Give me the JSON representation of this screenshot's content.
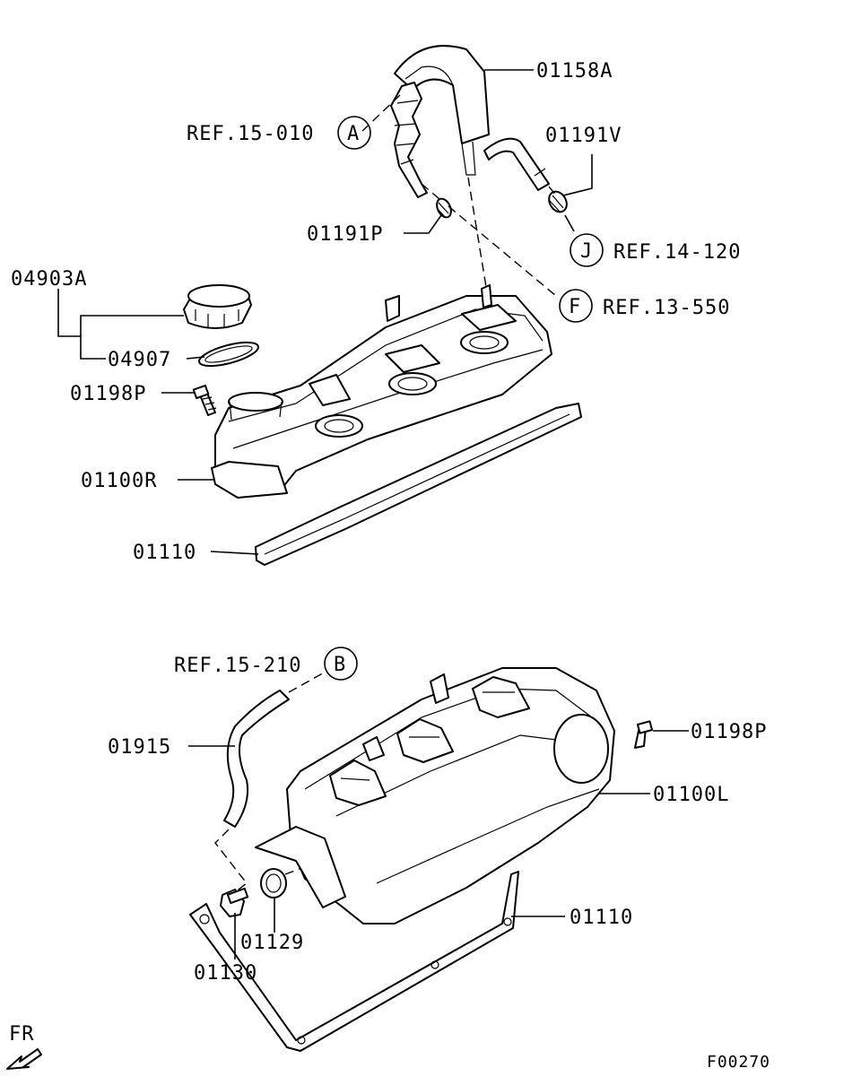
{
  "diagram_id": "F00270",
  "direction_marker": "FR",
  "upper_assembly": {
    "labels": {
      "hose_01158A": "01158A",
      "hose_01191V": "01191V",
      "clamp_01191P": "01191P",
      "oil_cap_04903A": "04903A",
      "gasket_04907": "04907",
      "bolt_01198P": "01198P",
      "cover_01100R": "01100R",
      "gasket_01110": "01110"
    },
    "refs": {
      "A": {
        "letter": "A",
        "text": "REF.15-010"
      },
      "J": {
        "letter": "J",
        "text": "REF.14-120"
      },
      "F": {
        "letter": "F",
        "text": "REF.13-550"
      }
    }
  },
  "lower_assembly": {
    "labels": {
      "hose_01915": "01915",
      "bolt_01198P": "01198P",
      "cover_01100L": "01100L",
      "gasket_01110": "01110",
      "seal_01129": "01129",
      "valve_01130": "01130"
    },
    "refs": {
      "B": {
        "letter": "B",
        "text": "REF.15-210"
      }
    }
  }
}
